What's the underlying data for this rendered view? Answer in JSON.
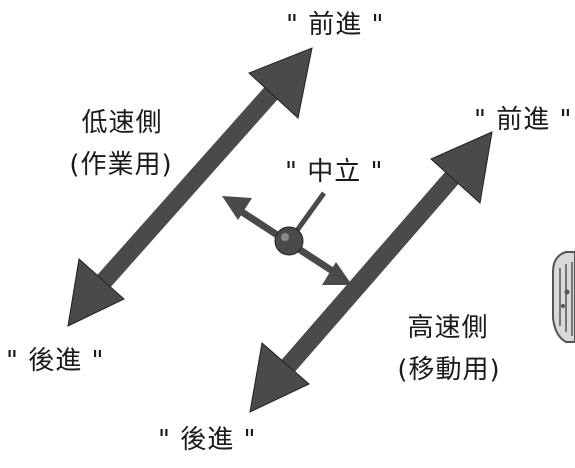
{
  "labels": {
    "low_forward": "\" 前進 \"",
    "low_reverse": "\" 後進 \"",
    "high_forward": "\" 前進 \"",
    "high_reverse": "\" 後進 \"",
    "neutral": "\" 中立 \"",
    "low_side_name": "低速側",
    "low_side_purpose": "(作業用)",
    "high_side_name": "高速側",
    "high_side_purpose": "(移動用)"
  },
  "colors": {
    "arrow": "#4a4a4a",
    "arrow_edge": "#222222",
    "text": "#1a1a1a",
    "lever_knob": "#d9d9d9",
    "lever_grip": "#555555"
  }
}
